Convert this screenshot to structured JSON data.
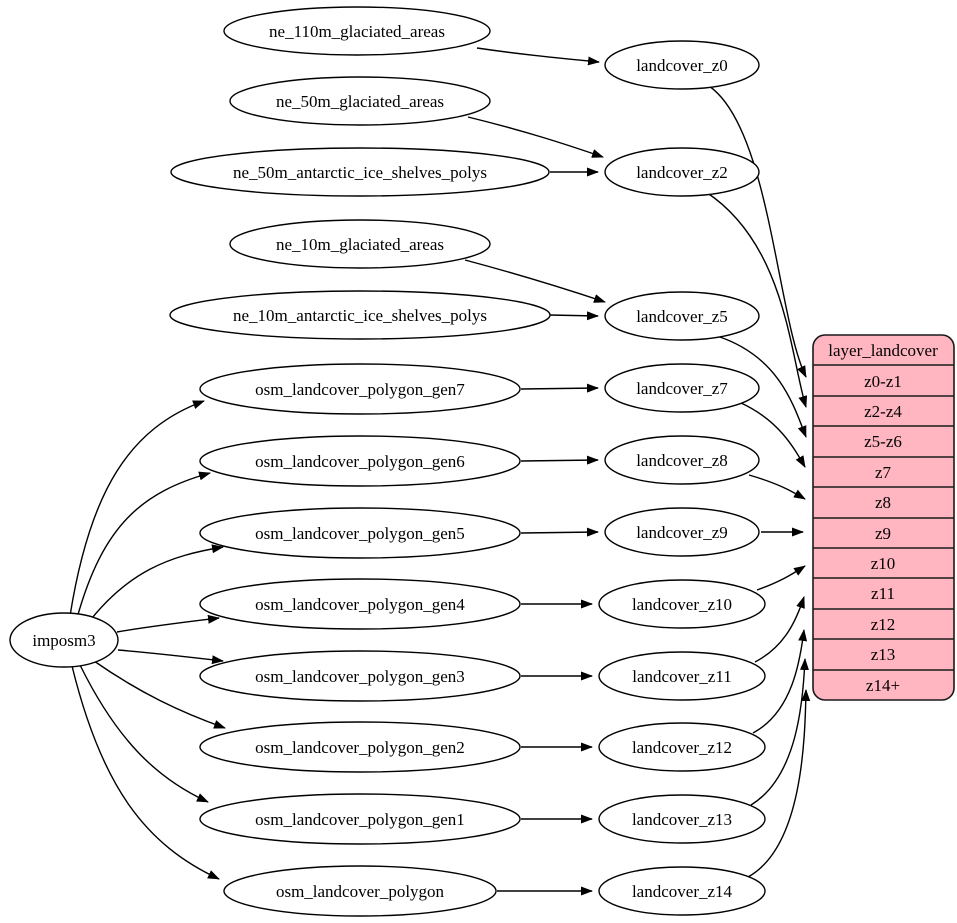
{
  "colors": {
    "record_fill": "#ffb6c1",
    "node_fill": "#ffffff",
    "edge_stroke": "#000000"
  },
  "nodes": {
    "imposm3": "imposm3",
    "ne_110m_glaciated_areas": "ne_110m_glaciated_areas",
    "ne_50m_glaciated_areas": "ne_50m_glaciated_areas",
    "ne_50m_antarctic_ice_shelves_polys": "ne_50m_antarctic_ice_shelves_polys",
    "ne_10m_glaciated_areas": "ne_10m_glaciated_areas",
    "ne_10m_antarctic_ice_shelves_polys": "ne_10m_antarctic_ice_shelves_polys",
    "osm_landcover_polygon_gen7": "osm_landcover_polygon_gen7",
    "osm_landcover_polygon_gen6": "osm_landcover_polygon_gen6",
    "osm_landcover_polygon_gen5": "osm_landcover_polygon_gen5",
    "osm_landcover_polygon_gen4": "osm_landcover_polygon_gen4",
    "osm_landcover_polygon_gen3": "osm_landcover_polygon_gen3",
    "osm_landcover_polygon_gen2": "osm_landcover_polygon_gen2",
    "osm_landcover_polygon_gen1": "osm_landcover_polygon_gen1",
    "osm_landcover_polygon": "osm_landcover_polygon",
    "landcover_z0": "landcover_z0",
    "landcover_z2": "landcover_z2",
    "landcover_z5": "landcover_z5",
    "landcover_z7": "landcover_z7",
    "landcover_z8": "landcover_z8",
    "landcover_z9": "landcover_z9",
    "landcover_z10": "landcover_z10",
    "landcover_z11": "landcover_z11",
    "landcover_z12": "landcover_z12",
    "landcover_z13": "landcover_z13",
    "landcover_z14": "landcover_z14"
  },
  "table": {
    "title": "layer_landcover",
    "rows": [
      "z0-z1",
      "z2-z4",
      "z5-z6",
      "z7",
      "z8",
      "z9",
      "z10",
      "z11",
      "z12",
      "z13",
      "z14+"
    ]
  },
  "edges": [
    {
      "from": "imposm3",
      "to": "osm_landcover_polygon_gen7"
    },
    {
      "from": "imposm3",
      "to": "osm_landcover_polygon_gen6"
    },
    {
      "from": "imposm3",
      "to": "osm_landcover_polygon_gen5"
    },
    {
      "from": "imposm3",
      "to": "osm_landcover_polygon_gen4"
    },
    {
      "from": "imposm3",
      "to": "osm_landcover_polygon_gen3"
    },
    {
      "from": "imposm3",
      "to": "osm_landcover_polygon_gen2"
    },
    {
      "from": "imposm3",
      "to": "osm_landcover_polygon_gen1"
    },
    {
      "from": "imposm3",
      "to": "osm_landcover_polygon"
    },
    {
      "from": "ne_110m_glaciated_areas",
      "to": "landcover_z0"
    },
    {
      "from": "ne_50m_glaciated_areas",
      "to": "landcover_z2"
    },
    {
      "from": "ne_50m_antarctic_ice_shelves_polys",
      "to": "landcover_z2"
    },
    {
      "from": "ne_10m_glaciated_areas",
      "to": "landcover_z5"
    },
    {
      "from": "ne_10m_antarctic_ice_shelves_polys",
      "to": "landcover_z5"
    },
    {
      "from": "osm_landcover_polygon_gen7",
      "to": "landcover_z7"
    },
    {
      "from": "osm_landcover_polygon_gen6",
      "to": "landcover_z8"
    },
    {
      "from": "osm_landcover_polygon_gen5",
      "to": "landcover_z9"
    },
    {
      "from": "osm_landcover_polygon_gen4",
      "to": "landcover_z10"
    },
    {
      "from": "osm_landcover_polygon_gen3",
      "to": "landcover_z11"
    },
    {
      "from": "osm_landcover_polygon_gen2",
      "to": "landcover_z12"
    },
    {
      "from": "osm_landcover_polygon_gen1",
      "to": "landcover_z13"
    },
    {
      "from": "osm_landcover_polygon",
      "to": "landcover_z14"
    },
    {
      "from": "landcover_z0",
      "to": "layer_landcover:z0-z1"
    },
    {
      "from": "landcover_z2",
      "to": "layer_landcover:z2-z4"
    },
    {
      "from": "landcover_z5",
      "to": "layer_landcover:z5-z6"
    },
    {
      "from": "landcover_z7",
      "to": "layer_landcover:z7"
    },
    {
      "from": "landcover_z8",
      "to": "layer_landcover:z8"
    },
    {
      "from": "landcover_z9",
      "to": "layer_landcover:z9"
    },
    {
      "from": "landcover_z10",
      "to": "layer_landcover:z10"
    },
    {
      "from": "landcover_z11",
      "to": "layer_landcover:z11"
    },
    {
      "from": "landcover_z12",
      "to": "layer_landcover:z12"
    },
    {
      "from": "landcover_z13",
      "to": "layer_landcover:z13"
    },
    {
      "from": "landcover_z14",
      "to": "layer_landcover:z14+"
    }
  ]
}
